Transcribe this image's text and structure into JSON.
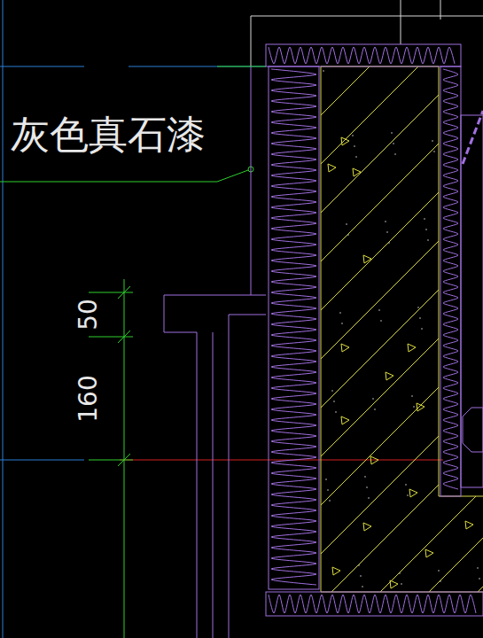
{
  "diagram": {
    "labels": [
      "灰色真石漆",
      "50",
      "160"
    ]
  }
}
